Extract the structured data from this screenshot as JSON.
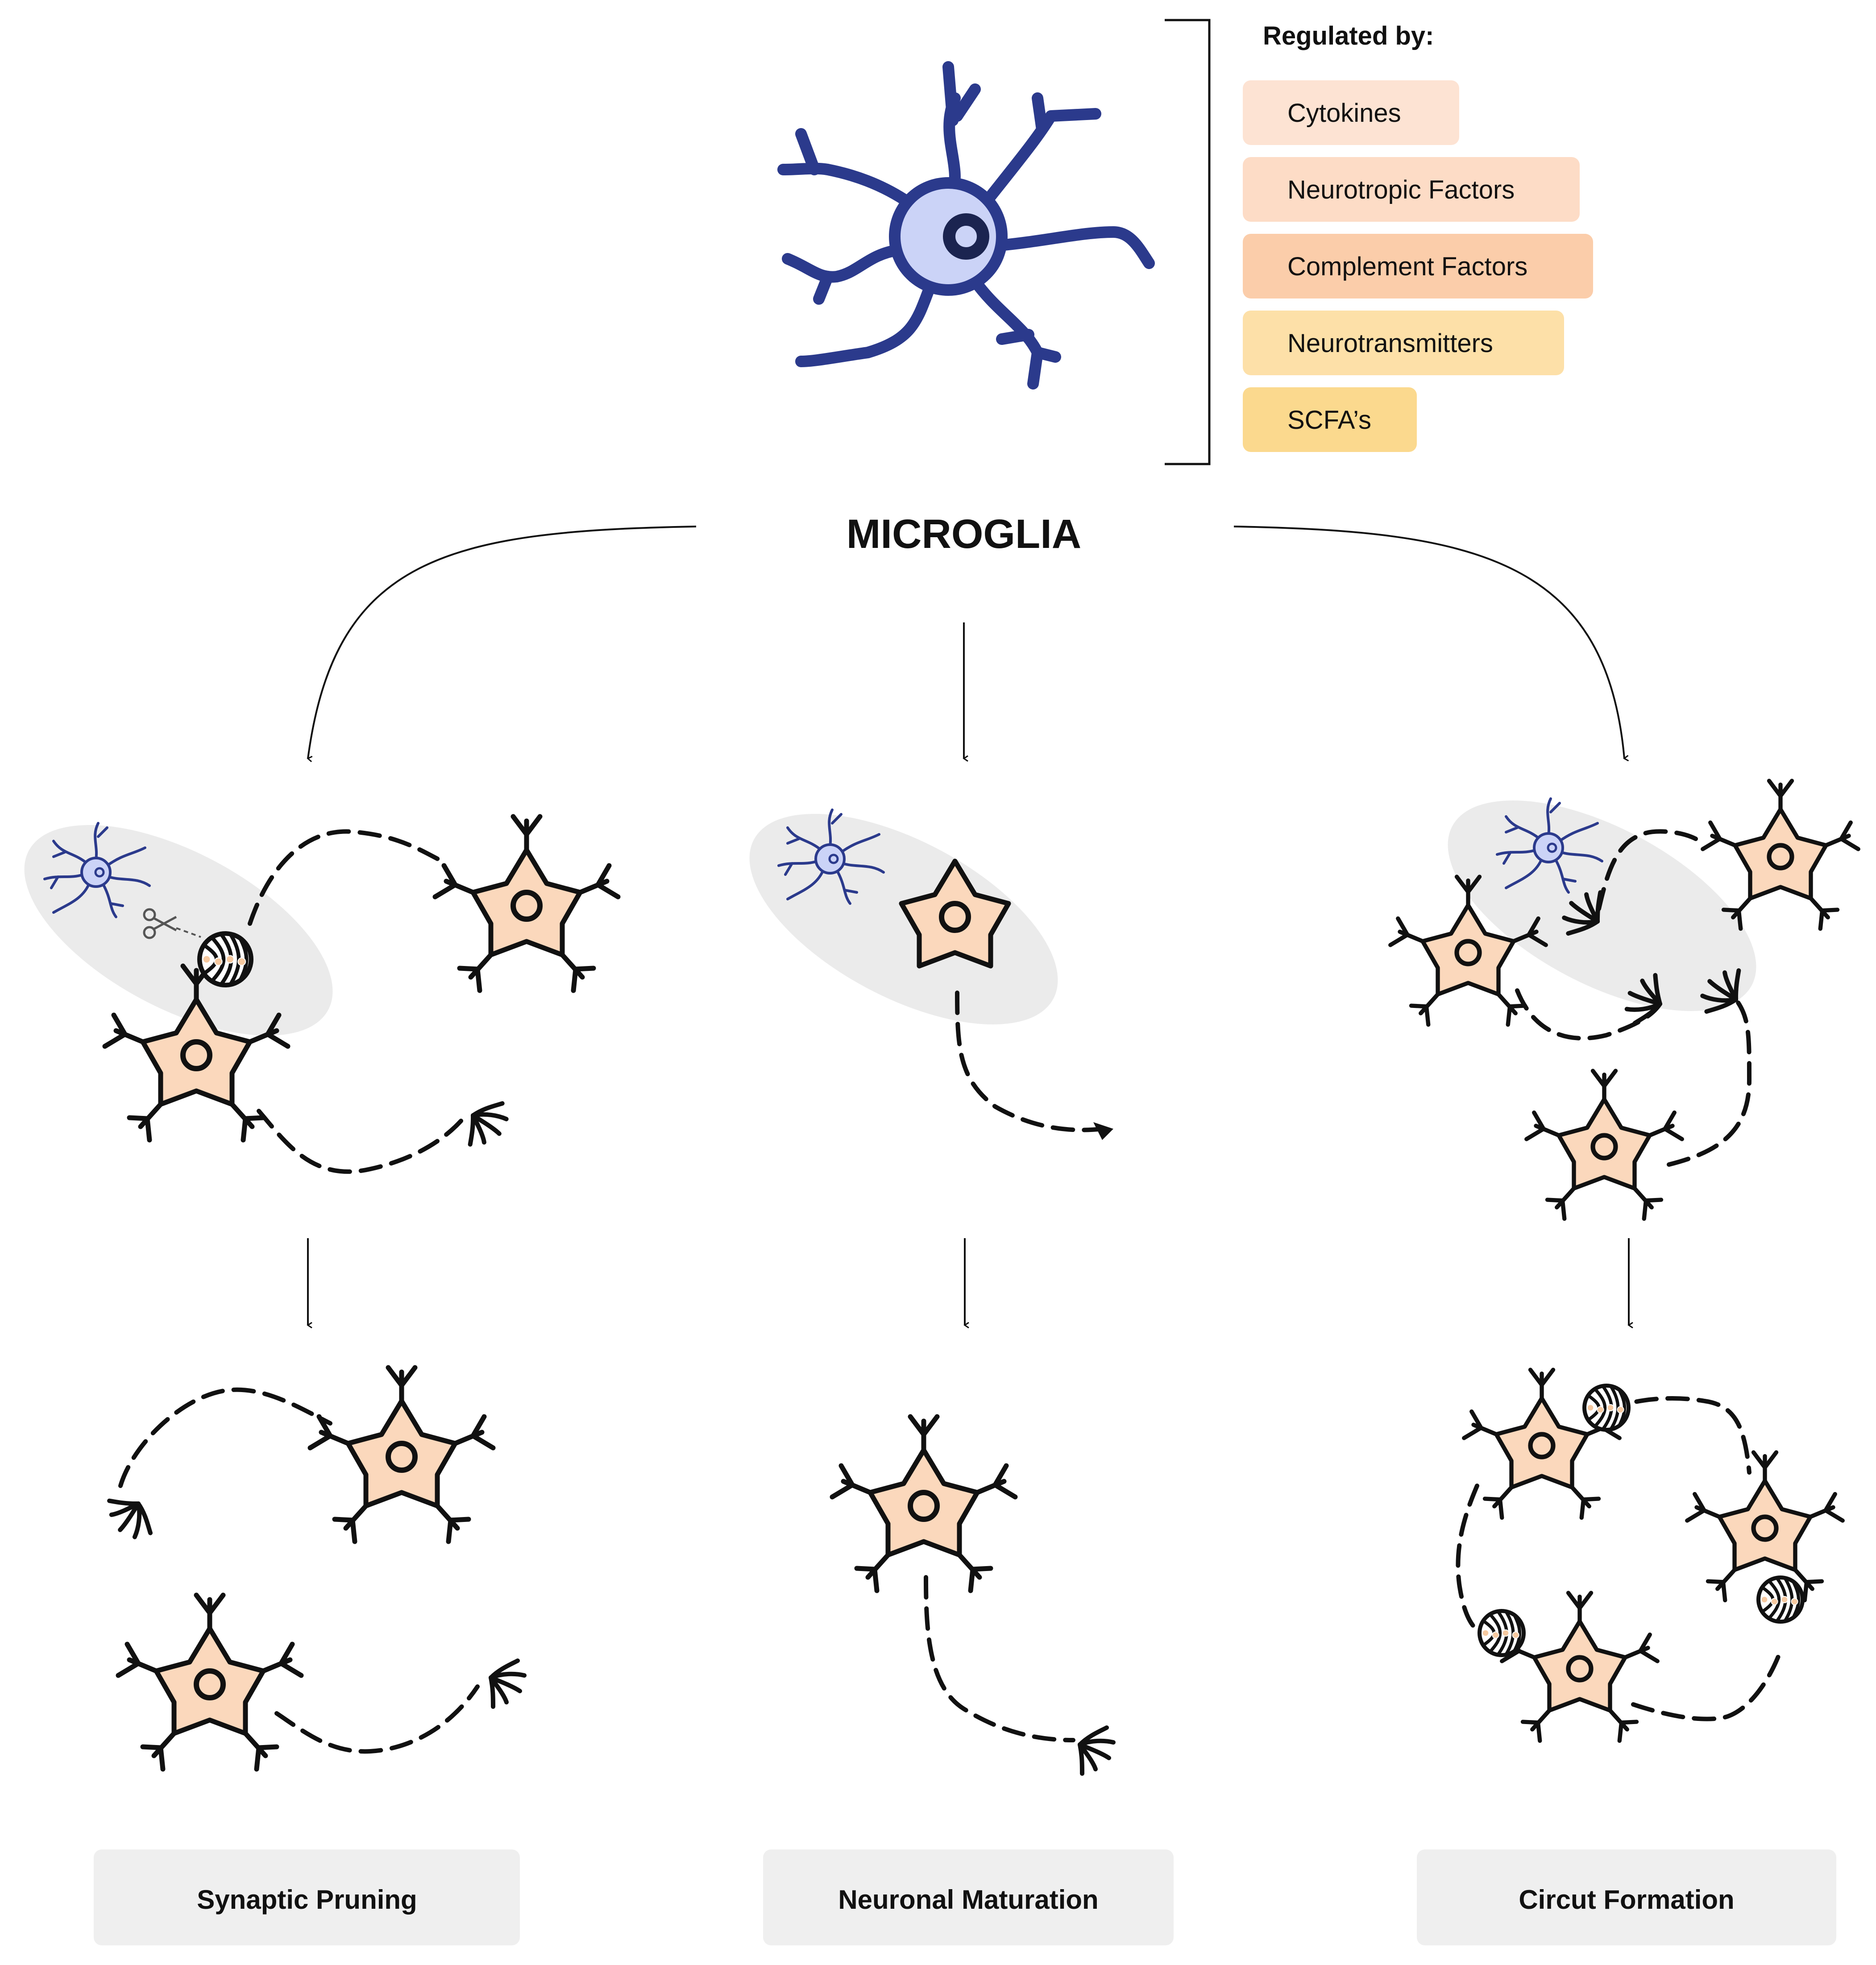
{
  "regulators": {
    "heading": "Regulated by:",
    "items": [
      {
        "label": "Cytokines",
        "color": "#FDE3D3"
      },
      {
        "label": "Neurotropic Factors",
        "color": "#FDDCC6"
      },
      {
        "label": "Complement Factors",
        "color": "#FBCDAA"
      },
      {
        "label": "Neurotransmitters",
        "color": "#FDE0A8"
      },
      {
        "label": "SCFA’s",
        "color": "#FBD98E"
      }
    ]
  },
  "center": {
    "title": "MICROGLIA"
  },
  "outcomes": [
    {
      "label": "Synaptic Pruning"
    },
    {
      "label": "Neuronal Maturation"
    },
    {
      "label": "Circut Formation"
    }
  ],
  "colors": {
    "microglia_stroke": "#2B3A8C",
    "microglia_fill": "#CBD3F7",
    "neuron_fill": "#FBD8BC",
    "neuron_stroke": "#111111",
    "highlight": "#EBEBEB",
    "label_box": "#EFEFEF",
    "text": "#111111"
  },
  "icons": [
    "microglia-icon",
    "neuron-icon",
    "scissors-icon",
    "axon-terminal-icon",
    "synapse-icon"
  ]
}
